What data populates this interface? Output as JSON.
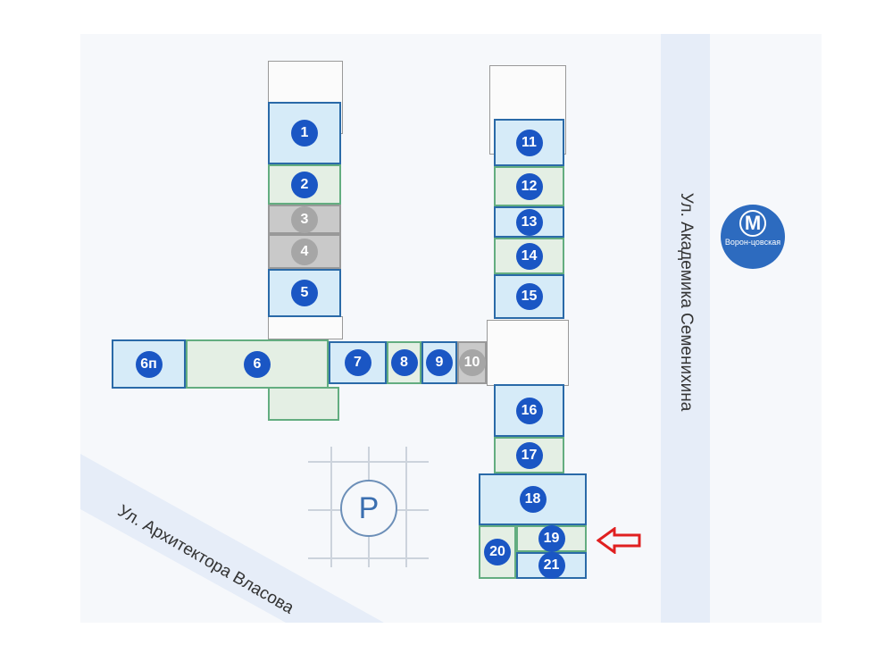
{
  "streets": {
    "vertical": "Ул. Академика Семенихина",
    "diagonal": "Ул. Архитектора Власова"
  },
  "metro": {
    "icon": "М",
    "station": "Ворон-цовская"
  },
  "parking": {
    "label": "P"
  },
  "units": [
    {
      "id": "1",
      "status": "blue"
    },
    {
      "id": "2",
      "status": "green"
    },
    {
      "id": "3",
      "status": "gray"
    },
    {
      "id": "4",
      "status": "gray"
    },
    {
      "id": "5",
      "status": "blue"
    },
    {
      "id": "6п",
      "status": "blue"
    },
    {
      "id": "6",
      "status": "green"
    },
    {
      "id": "7",
      "status": "blue"
    },
    {
      "id": "8",
      "status": "green"
    },
    {
      "id": "9",
      "status": "blue"
    },
    {
      "id": "10",
      "status": "gray"
    },
    {
      "id": "11",
      "status": "blue"
    },
    {
      "id": "12",
      "status": "green"
    },
    {
      "id": "13",
      "status": "blue"
    },
    {
      "id": "14",
      "status": "green"
    },
    {
      "id": "15",
      "status": "blue"
    },
    {
      "id": "16",
      "status": "blue"
    },
    {
      "id": "17",
      "status": "green"
    },
    {
      "id": "18",
      "status": "blue"
    },
    {
      "id": "19",
      "status": "green"
    },
    {
      "id": "20",
      "status": "green"
    },
    {
      "id": "21",
      "status": "blue"
    }
  ],
  "colors": {
    "marker": "#1a56c4",
    "blue": "#d6ebf8",
    "green": "#e4efe4",
    "gray": "#c9c9c9",
    "arrow": "#e02020"
  }
}
